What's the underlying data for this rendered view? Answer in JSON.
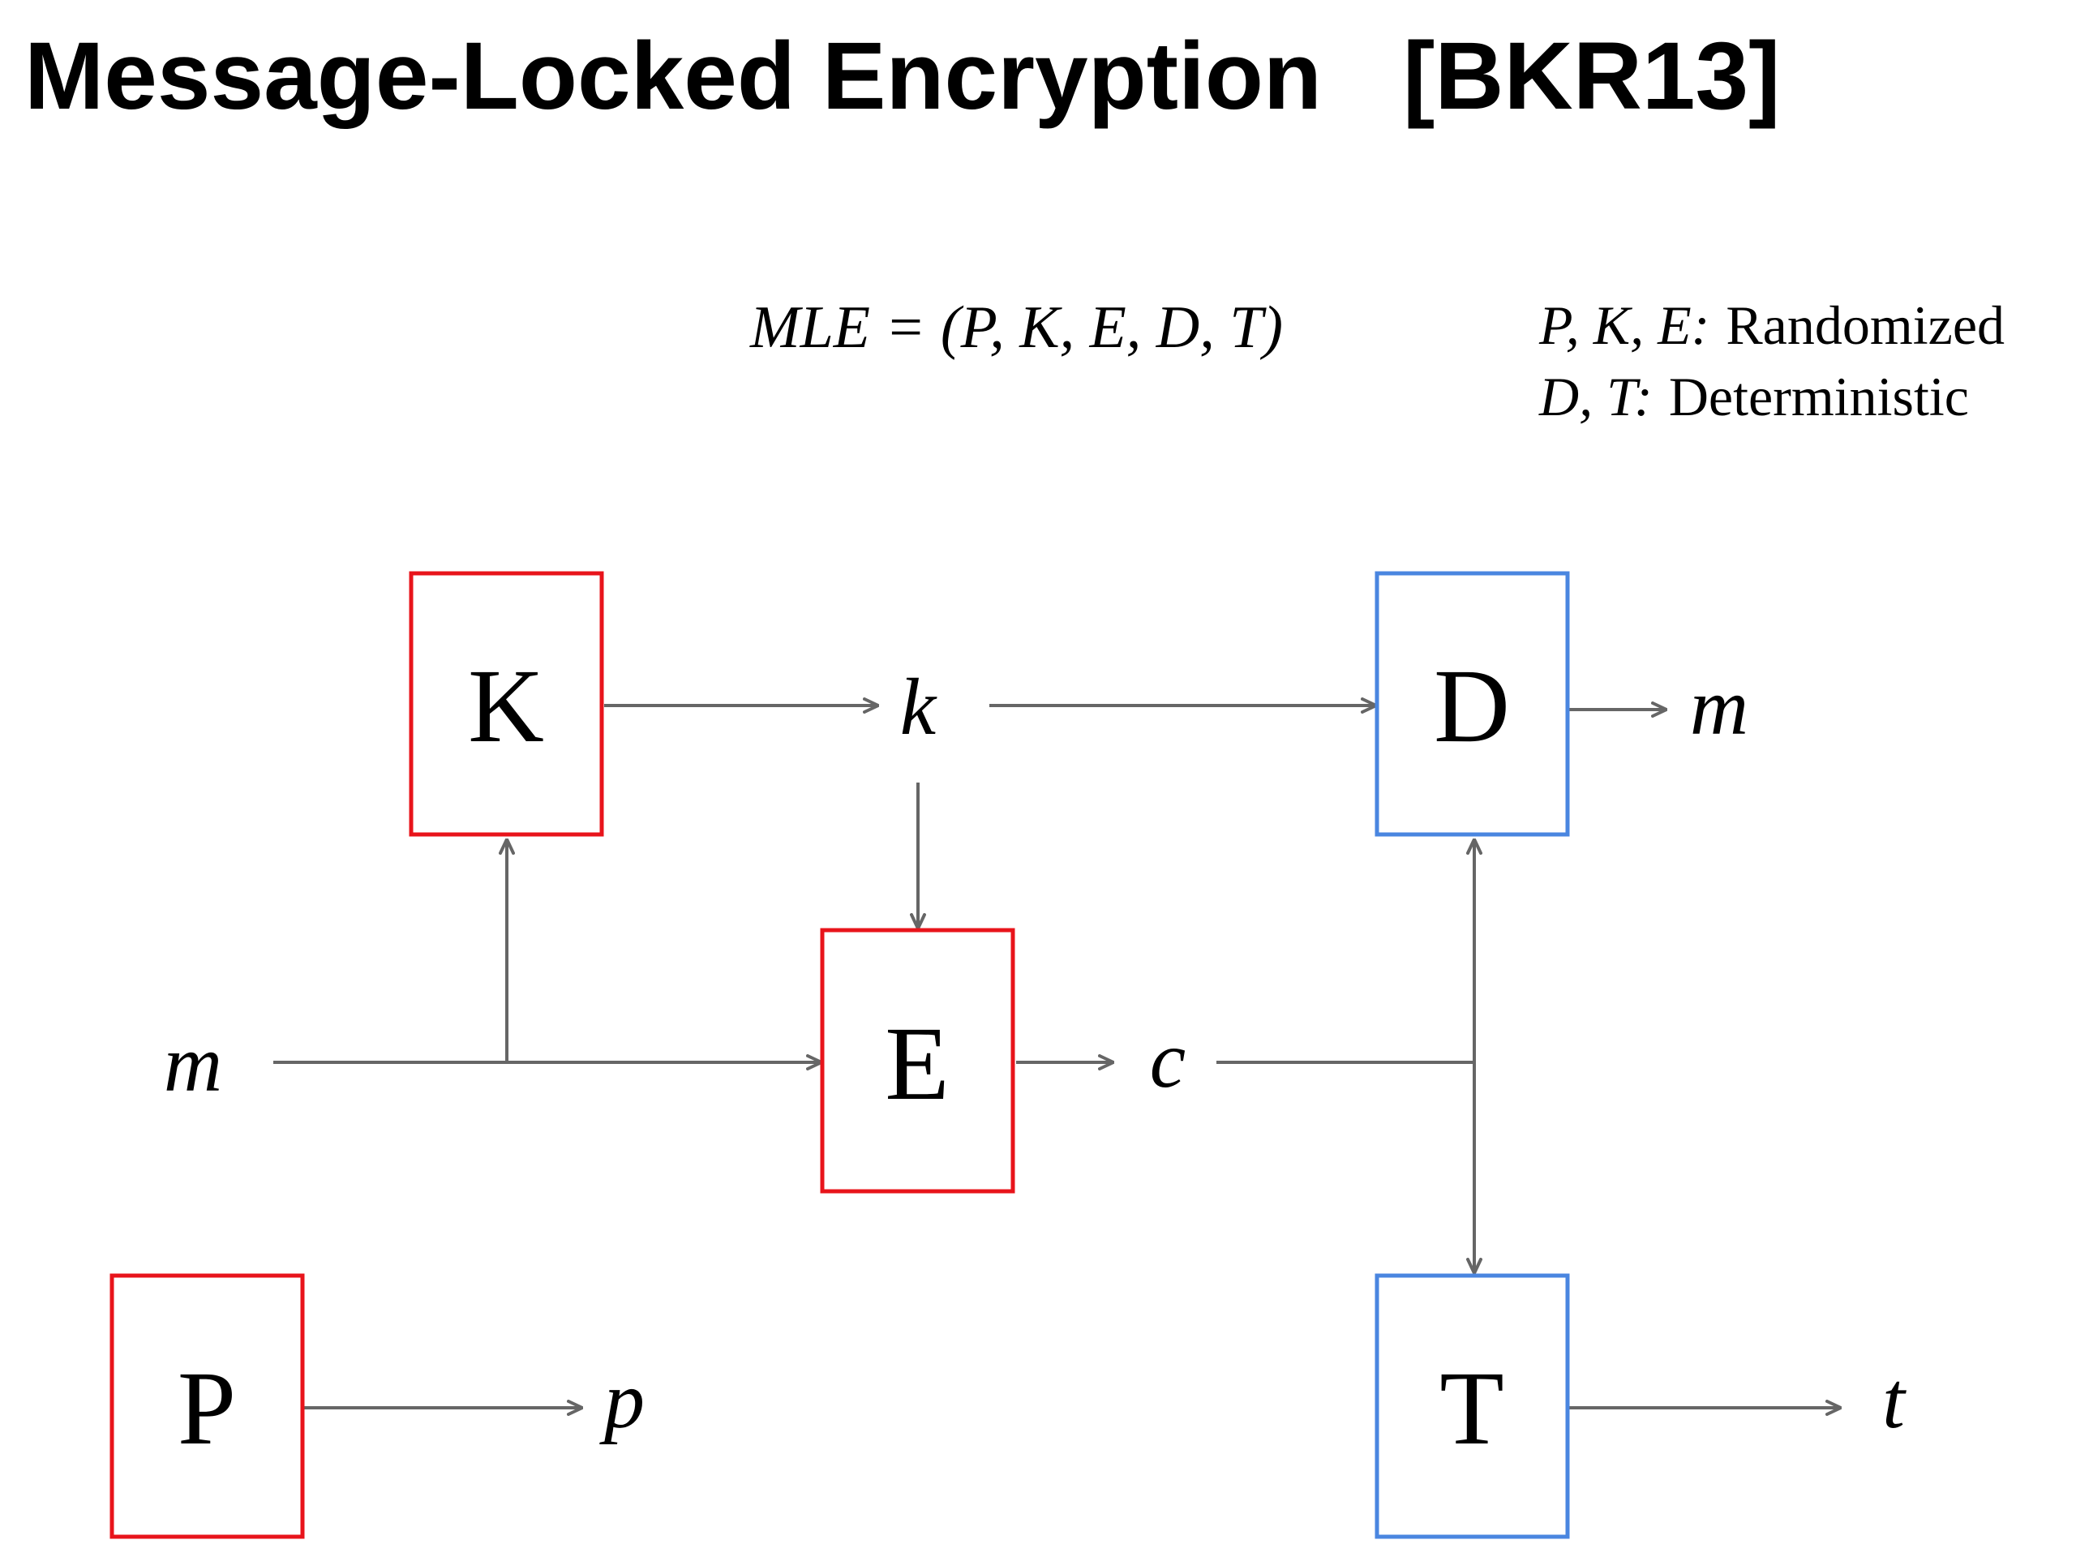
{
  "title": {
    "main": "Message-Locked Encryption",
    "ref": "[BKR13]"
  },
  "formula": "MLE = (P, K, E, D, T)",
  "notes": [
    {
      "algos": "P, K, E:",
      "property": "Randomized"
    },
    {
      "algos": "D, T:",
      "property": "Deterministic"
    }
  ],
  "boxes": {
    "K": "K",
    "E": "E",
    "P": "P",
    "D": "D",
    "T": "T"
  },
  "variables": {
    "m_in": "m",
    "k": "k",
    "c": "c",
    "p": "p",
    "m_out": "m",
    "t": "t"
  },
  "colors": {
    "randomized": "#e8141b",
    "deterministic": "#4a86e0",
    "arrow": "#666666"
  }
}
